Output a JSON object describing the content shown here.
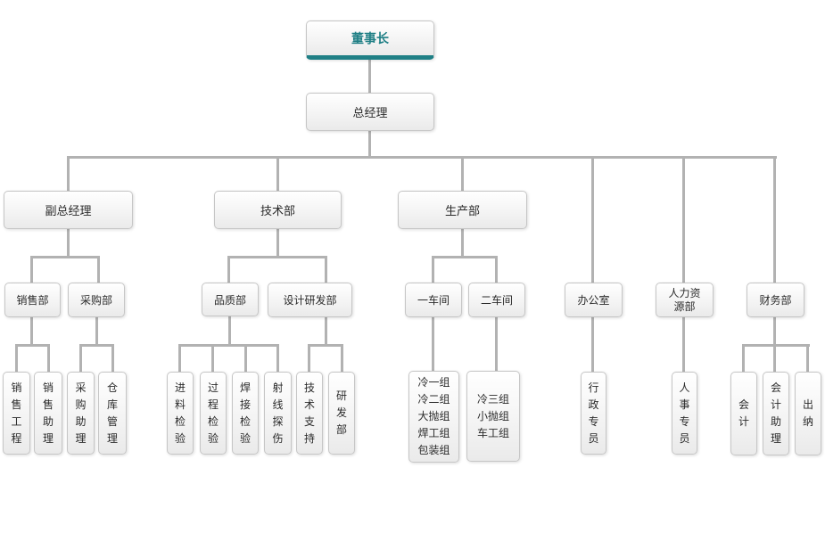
{
  "org_chart": {
    "colors": {
      "accent": "#1f7f85",
      "line": "#b2b2b2",
      "box_border": "#c6c6c6",
      "text": "#2b2b2b"
    },
    "nodes": {
      "chairman": "董事长",
      "general_manager": "总经理",
      "deputy_general_manager": "副总经理",
      "technology_dept": "技术部",
      "production_dept": "生产部",
      "office": "办公室",
      "hr_dept": "人力资源部",
      "finance_dept": "财务部",
      "sales_dept": "销售部",
      "purchasing_dept": "采购部",
      "quality_dept": "品质部",
      "design_rd_dept": "设计研发部",
      "workshop_1": "一车间",
      "workshop_2": "二车间",
      "sales_engineering": "销售工程",
      "sales_assistant": "销售助理",
      "purchasing_assistant": "采购助理",
      "warehouse_management": "仓库管理",
      "incoming_material_inspection": "进料检验",
      "process_inspection": "过程检验",
      "welding_inspection": "焊接检验",
      "radiographic_testing": "射线探伤",
      "technical_support": "技术支持",
      "rd_dept": "研发部",
      "workshop_1_groups": [
        "冷一组",
        "冷二组",
        "大抛组",
        "焊工组",
        "包装组"
      ],
      "workshop_2_groups": [
        "冷三组",
        "小抛组",
        "车工组"
      ],
      "admin_specialist": "行政专员",
      "hr_specialist": "人事专员",
      "accountant": "会计",
      "accounting_assistant": "会计助理",
      "cashier": "出纳"
    }
  }
}
